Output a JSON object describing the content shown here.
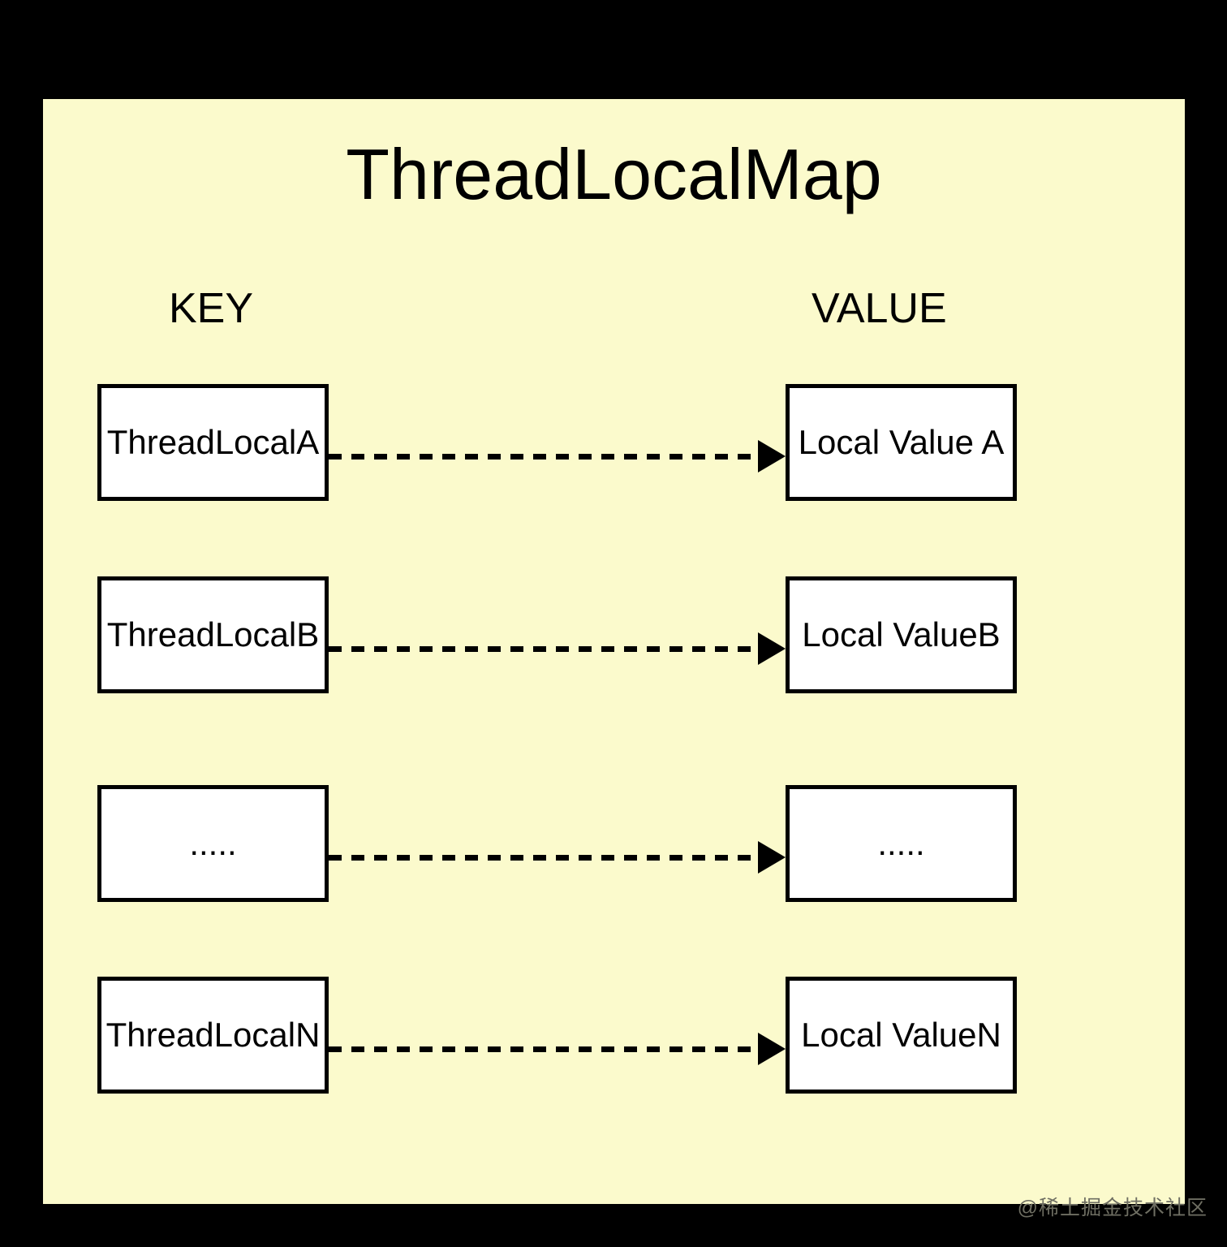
{
  "title": "ThreadLocalMap",
  "columns": {
    "key_label": "KEY",
    "value_label": "VALUE"
  },
  "rows": [
    {
      "key": "ThreadLocalA",
      "value": "Local Value A"
    },
    {
      "key": "ThreadLocalB",
      "value": "Local ValueB"
    },
    {
      "key": ".....",
      "value": "....."
    },
    {
      "key": "ThreadLocalN",
      "value": "Local ValueN"
    }
  ],
  "watermark": "@稀土掘金技术社区",
  "colors": {
    "canvas_bg": "#000000",
    "panel_bg": "#FBFACC",
    "box_bg": "#FFFFFF",
    "line": "#000000"
  }
}
